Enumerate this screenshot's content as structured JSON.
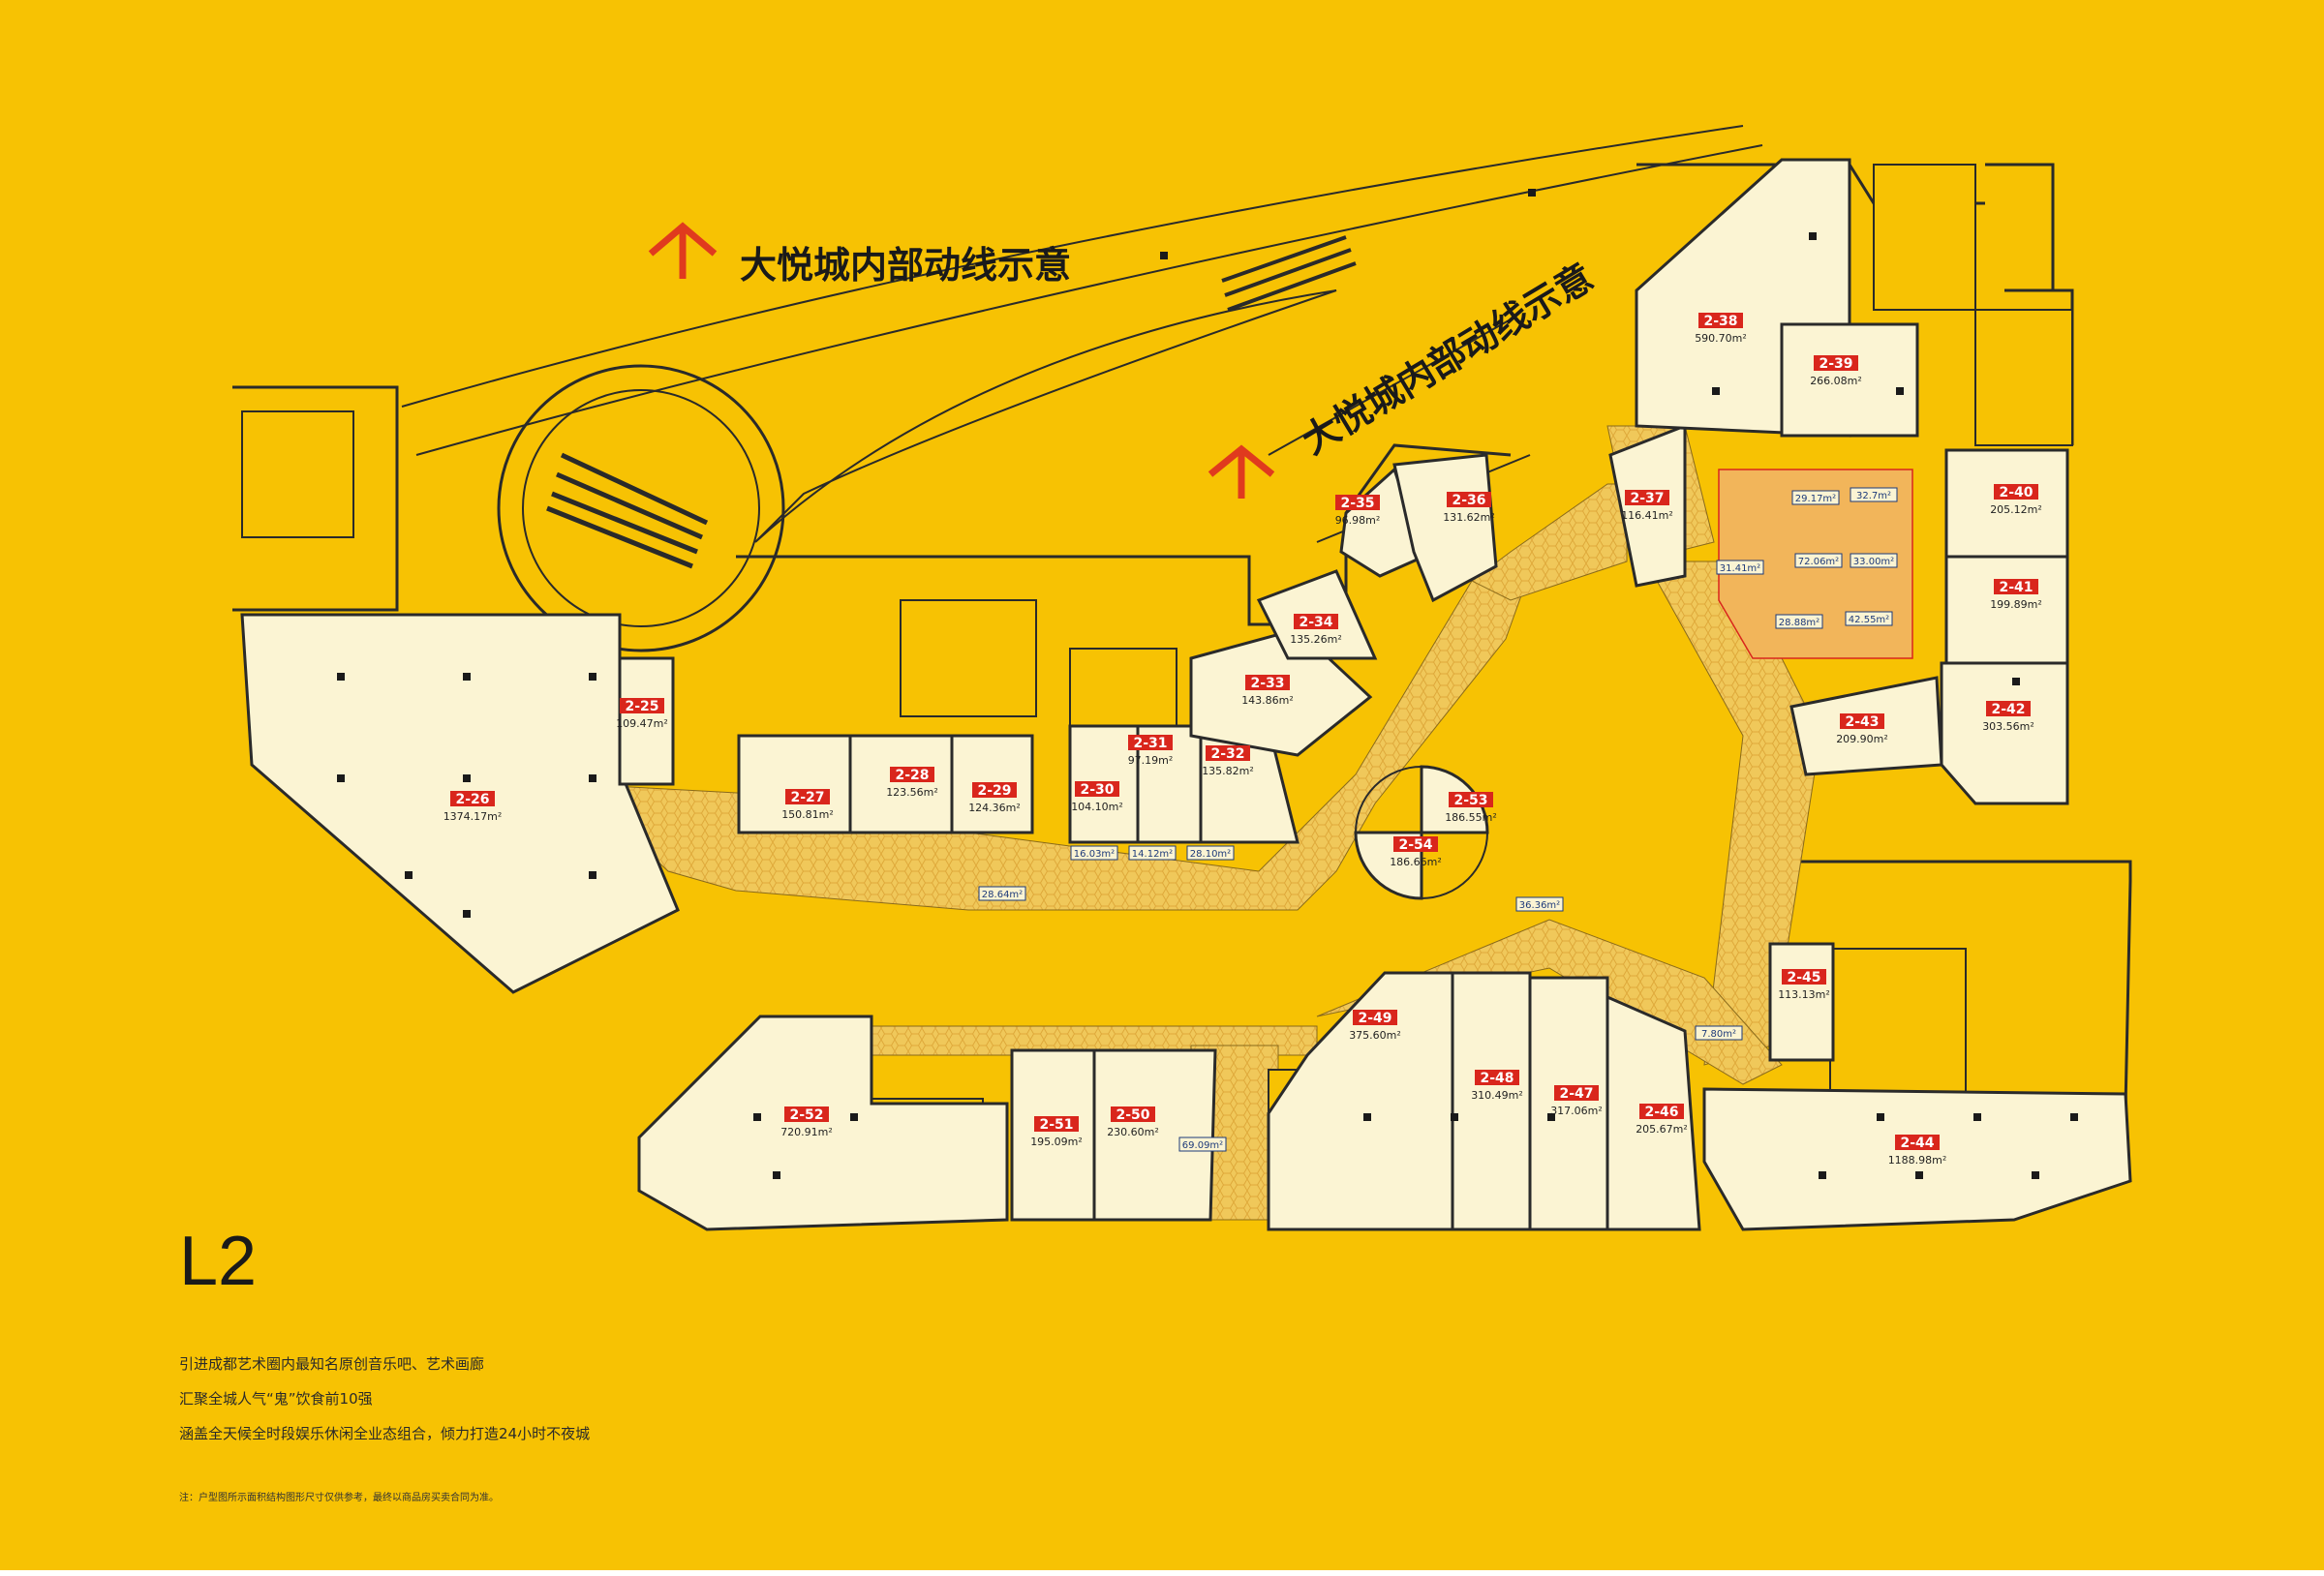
{
  "map": {
    "level": "L2",
    "annotations": [
      {
        "id": "flow-arrow-horizontal",
        "text": "大悦城内部动线示意"
      },
      {
        "id": "flow-arrow-diagonal",
        "text": "大悦城内部动线示意"
      }
    ],
    "units": [
      {
        "id": "2-25",
        "area": "109.47m²"
      },
      {
        "id": "2-26",
        "area": "1374.17m²"
      },
      {
        "id": "2-27",
        "area": "150.81m²"
      },
      {
        "id": "2-28",
        "area": "123.56m²"
      },
      {
        "id": "2-29",
        "area": "124.36m²"
      },
      {
        "id": "2-30",
        "area": "104.10m²"
      },
      {
        "id": "2-31",
        "area": "97.19m²"
      },
      {
        "id": "2-32",
        "area": "135.82m²"
      },
      {
        "id": "2-33",
        "area": "143.86m²"
      },
      {
        "id": "2-34",
        "area": "135.26m²"
      },
      {
        "id": "2-35",
        "area": "96.98m²"
      },
      {
        "id": "2-36",
        "area": "131.62m²"
      },
      {
        "id": "2-37",
        "area": "116.41m²"
      },
      {
        "id": "2-38",
        "area": "590.70m²"
      },
      {
        "id": "2-39",
        "area": "266.08m²"
      },
      {
        "id": "2-40",
        "area": "205.12m²"
      },
      {
        "id": "2-41",
        "area": "199.89m²"
      },
      {
        "id": "2-42",
        "area": "303.56m²"
      },
      {
        "id": "2-43",
        "area": "209.90m²"
      },
      {
        "id": "2-44",
        "area": "1188.98m²"
      },
      {
        "id": "2-45",
        "area": "113.13m²"
      },
      {
        "id": "2-46",
        "area": "205.67m²"
      },
      {
        "id": "2-47",
        "area": "317.06m²"
      },
      {
        "id": "2-48",
        "area": "310.49m²"
      },
      {
        "id": "2-49",
        "area": "375.60m²"
      },
      {
        "id": "2-50",
        "area": "230.60m²"
      },
      {
        "id": "2-51",
        "area": "195.09m²"
      },
      {
        "id": "2-52",
        "area": "720.91m²"
      },
      {
        "id": "2-53",
        "area": "186.55m²"
      },
      {
        "id": "2-54",
        "area": "186.66m²"
      }
    ],
    "kiosks": [
      "29.17m²",
      "32.7m²",
      "72.06m²",
      "33.00m²",
      "31.41m²",
      "28.88m²",
      "42.55m²",
      "16.03m²",
      "14.12m²",
      "28.10m²",
      "28.64m²",
      "36.36m²",
      "7.80m²",
      "69.09m²"
    ],
    "features": [
      "引进成都艺术圈内最知名原创音乐吧、艺术画廊",
      "汇聚全城人气“鬼”饮食前10强",
      "涵盖全天候全时段娱乐休闲全业态组合，倾力打造24小时不夜城"
    ],
    "note": "注：户型图所示面积结构图形尺寸仅供参考，最终以商品房买卖合同为准。",
    "colors": {
      "background": "#F7C203",
      "unit_fill": "#FBF4D3",
      "corridor_fill": "#F0C85A",
      "label_red": "#D9261C",
      "wall": "#2a2a2a",
      "arrow": "#E03A1E"
    }
  }
}
